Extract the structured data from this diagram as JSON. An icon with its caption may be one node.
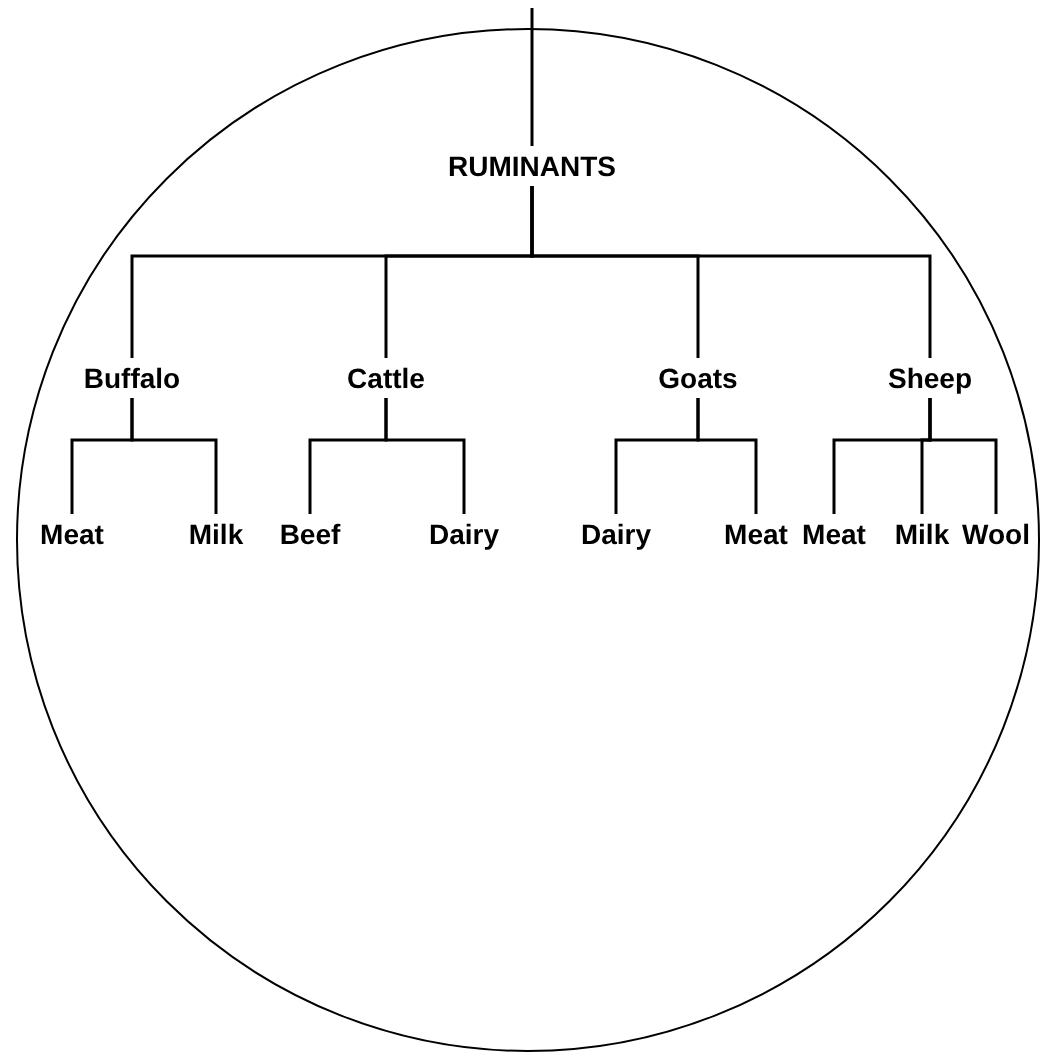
{
  "diagram": {
    "nodes": [
      {
        "text": [],
        "shape": "circle"
      },
      {
        "text": [
          "RUMINANTS"
        ],
        "in": 0
      },
      {
        "text": [
          "Buffalo"
        ],
        "in": 0
      },
      {
        "text": [
          "Cattle"
        ],
        "in": 0
      },
      {
        "text": [
          "Goats"
        ],
        "in": 0
      },
      {
        "text": [
          "Sheep"
        ],
        "in": 0
      },
      {
        "text": [
          "Meat"
        ],
        "in": 0
      },
      {
        "text": [
          "Milk"
        ],
        "in": 0
      },
      {
        "text": [
          "Beef"
        ],
        "in": 0
      },
      {
        "text": [
          "Dairy"
        ],
        "in": 0
      },
      {
        "text": [
          "Dairy"
        ],
        "in": 0
      },
      {
        "text": [
          "Meat"
        ],
        "in": 0
      },
      {
        "text": [
          "Meat"
        ],
        "in": 0
      },
      {
        "text": [
          "Milk"
        ],
        "in": 0
      },
      {
        "text": [
          "Wool"
        ],
        "in": 0
      }
    ],
    "edges": [
      {
        "from": null,
        "to": 1,
        "arrow": "none"
      },
      {
        "from": 1,
        "to": 2,
        "arrow": "none"
      },
      {
        "from": 1,
        "to": 3,
        "arrow": "none"
      },
      {
        "from": 1,
        "to": 4,
        "arrow": "none"
      },
      {
        "from": 1,
        "to": 5,
        "arrow": "none"
      },
      {
        "from": 2,
        "to": 6,
        "arrow": "none"
      },
      {
        "from": 2,
        "to": 7,
        "arrow": "none"
      },
      {
        "from": 3,
        "to": 8,
        "arrow": "none"
      },
      {
        "from": 3,
        "to": 9,
        "arrow": "none"
      },
      {
        "from": 4,
        "to": 10,
        "arrow": "none"
      },
      {
        "from": 4,
        "to": 11,
        "arrow": "none"
      },
      {
        "from": 5,
        "to": 12,
        "arrow": "none"
      },
      {
        "from": 5,
        "to": 13,
        "arrow": "none"
      },
      {
        "from": 5,
        "to": 14,
        "arrow": "none"
      }
    ]
  }
}
